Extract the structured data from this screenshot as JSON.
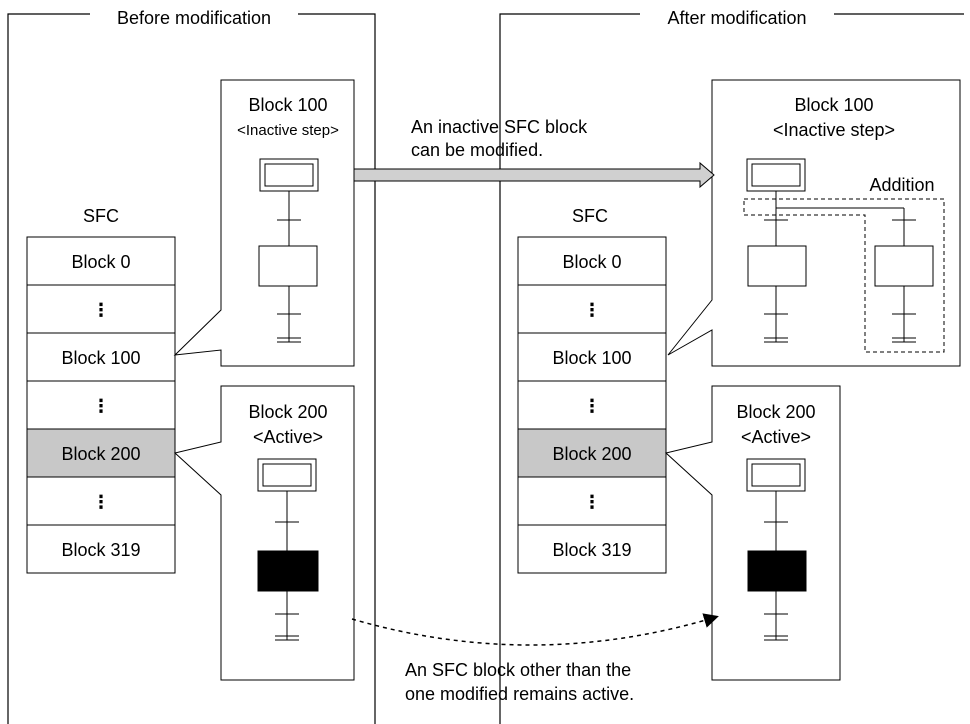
{
  "left_panel": {
    "title": "Before modification",
    "sfc_title": "SFC",
    "sfc_list": [
      "Block 0",
      "⋮",
      "Block 100",
      "⋮",
      "Block 200",
      "⋮",
      "Block 319"
    ],
    "callout_100": {
      "line1": "Block 100",
      "line2": "<Inactive step>"
    },
    "callout_200": {
      "line1": "Block 200",
      "line2": "<Active>"
    }
  },
  "right_panel": {
    "title": "After modification",
    "sfc_title": "SFC",
    "sfc_list": [
      "Block 0",
      "⋮",
      "Block 100",
      "⋮",
      "Block 200",
      "⋮",
      "Block 319"
    ],
    "callout_100": {
      "line1": "Block 100",
      "line2": "<Inactive step>",
      "addition_label": "Addition"
    },
    "callout_200": {
      "line1": "Block 200",
      "line2": "<Active>"
    }
  },
  "arrow_note": {
    "line1": "An inactive SFC block",
    "line2": "can be modified."
  },
  "bottom_note": {
    "line1": "An SFC block other than the",
    "line2": "one modified remains active."
  },
  "colors": {
    "highlight": "#c8c8c8",
    "active_step": "#000000",
    "arrow_fill": "#d0d0d0"
  }
}
